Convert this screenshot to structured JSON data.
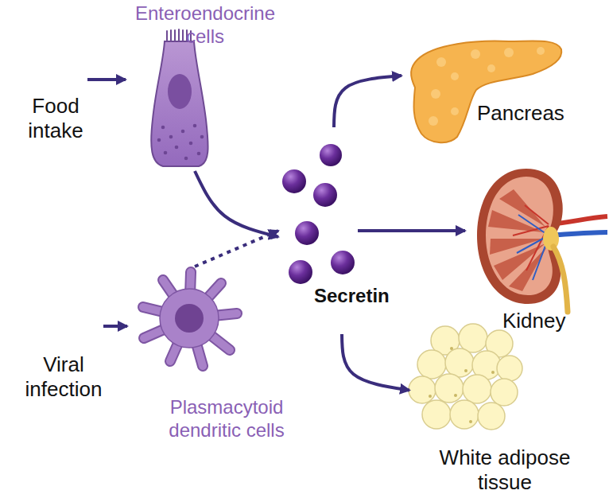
{
  "diagram": {
    "nodes": [
      {
        "text": [
          "Food intake"
        ]
      },
      {
        "text": [
          "Enteroendocrine cells"
        ]
      },
      {
        "text": [
          "Viral infection"
        ]
      },
      {
        "text": [
          "Plasmacytoid dendritic cells"
        ]
      },
      {
        "text": [
          "Secretin"
        ]
      },
      {
        "text": [
          "Pancreas"
        ]
      },
      {
        "text": [
          "Kidney"
        ]
      },
      {
        "text": [
          "White adipose tissue"
        ]
      }
    ],
    "edges": [
      {
        "from": 0,
        "to": 1,
        "arrow": "to"
      },
      {
        "from": 2,
        "to": 3,
        "arrow": "to"
      },
      {
        "from": 1,
        "to": 4,
        "arrow": "to"
      },
      {
        "from": 3,
        "to": 4,
        "arrow": "to"
      },
      {
        "from": 4,
        "to": 5,
        "arrow": "to"
      },
      {
        "from": 4,
        "to": 6,
        "arrow": "to"
      },
      {
        "from": 4,
        "to": 7,
        "arrow": "to"
      }
    ]
  }
}
